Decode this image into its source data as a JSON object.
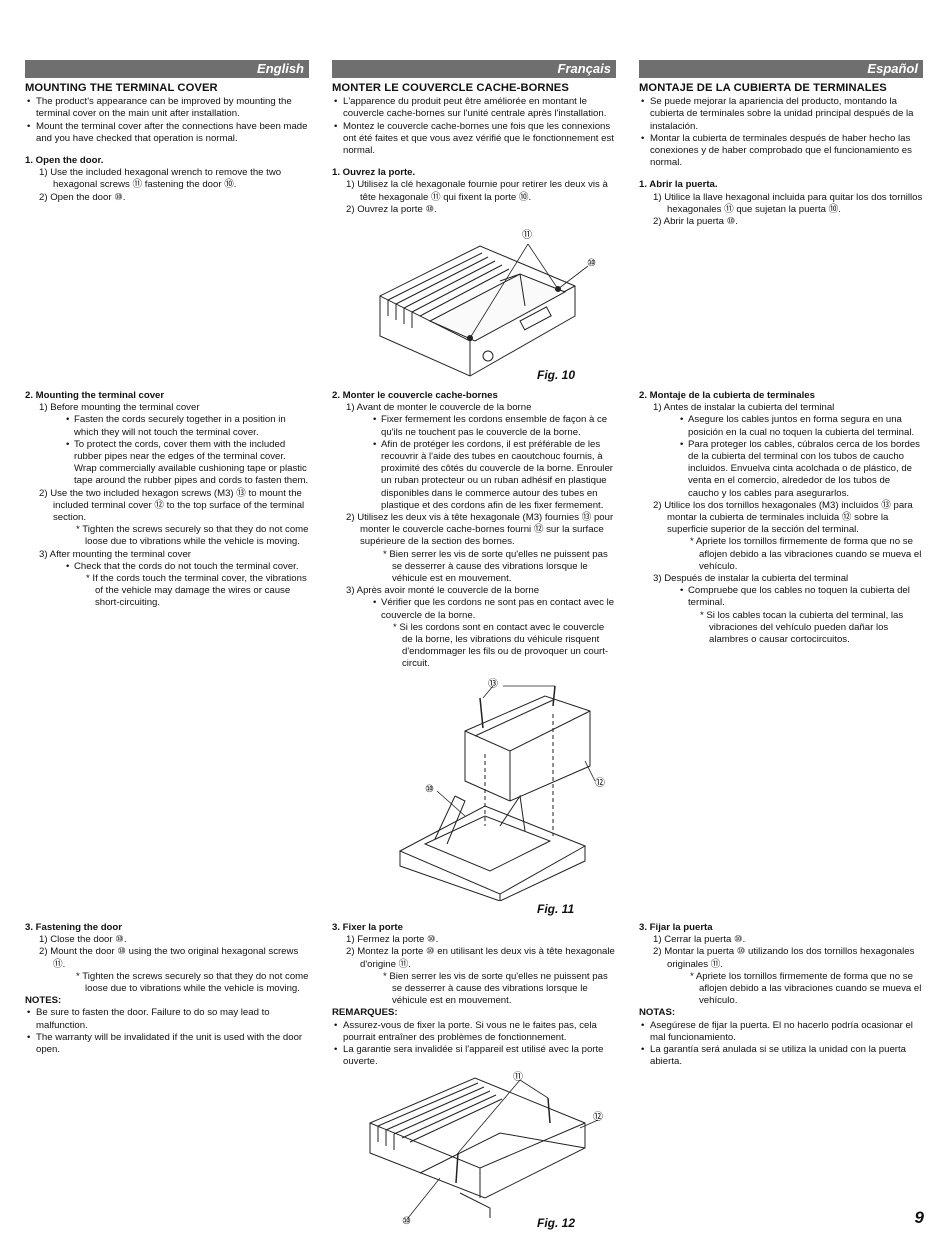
{
  "page_number": "9",
  "english": {
    "lang": "English",
    "title": "MOUNTING THE TERMINAL COVER",
    "intro": [
      "The product's appearance can be improved by mounting the terminal cover on the main unit after installation.",
      "Mount the terminal cover after the connections have been made and you have checked that operation is normal."
    ],
    "s1_title": "1. Open the door.",
    "s1_1": "1) Use the included hexagonal wrench to remove the two hexagonal screws ⑪ fastening the door ⑩.",
    "s1_2": "2) Open the door ⑩.",
    "s2_title": "2. Mounting the terminal cover",
    "s2_1": "1) Before mounting the terminal cover",
    "s2_1a": "Fasten the cords securely together in a position in which they will not touch the terminal cover.",
    "s2_1b": "To protect the cords, cover them with the included rubber pipes near the edges of the terminal cover. Wrap commercially available cushioning tape or plastic tape around the rubber pipes and cords to fasten them.",
    "s2_2": "2) Use the two included hexagon screws (M3) ⑬ to mount the included terminal cover ⑫ to the top surface of the terminal section.",
    "s2_2n": "* Tighten the screws securely so that they do not come loose due to vibrations while the vehicle is moving.",
    "s2_3": "3) After mounting the terminal cover",
    "s2_3a": "Check that the cords do not touch the terminal cover.",
    "s2_3n": "* If the cords touch the terminal cover, the vibrations of the vehicle may damage the wires or cause short-circuiting.",
    "s3_title": "3. Fastening the door",
    "s3_1": "1) Close the door ⑩.",
    "s3_2": "2) Mount the door ⑩ using the two original hexagonal screws ⑪.",
    "s3_2n": "* Tighten the screws securely so that they do not come loose due to vibrations while the vehicle is moving.",
    "notes_title": "NOTES:",
    "notes": [
      "Be sure to fasten the door. Failure to do so may lead to malfunction.",
      "The warranty will be invalidated if the unit is used with the door open."
    ]
  },
  "french": {
    "lang": "Français",
    "title": "MONTER LE COUVERCLE CACHE-BORNES",
    "intro": [
      "L'apparence du produit peut être améliorée en montant le couvercle cache-bornes sur l'unité centrale après l'installation.",
      "Montez le couvercle cache-bornes une fois que les connexions ont été faites et que vous avez vérifié que le fonctionnement est normal."
    ],
    "s1_title": "1. Ouvrez la porte.",
    "s1_1": "1) Utilisez la clé hexagonale fournie pour retirer les deux vis à tête hexagonale ⑪ qui fixent la porte ⑩.",
    "s1_2": "2) Ouvrez la porte ⑩.",
    "s2_title": "2. Monter le couvercle cache-bornes",
    "s2_1": "1) Avant de monter le couvercle de la borne",
    "s2_1a": "Fixer fermement les cordons ensemble de façon à ce qu'ils ne touchent pas le couvercle de la borne.",
    "s2_1b": "Afin de protéger les cordons, il est préférable de les recouvrir à l'aide des tubes en caoutchouc fournis, à proximité des côtés du couvercle de la borne. Enrouler un ruban protecteur ou un ruban adhésif en plastique disponibles dans le commerce autour des tubes en plastique et des cordons afin de les fixer fermement.",
    "s2_2": "2) Utilisez les deux vis à tête hexagonale (M3) fournies ⑬ pour monter le couvercle cache-bornes fourni ⑫ sur la surface supérieure de la section des bornes.",
    "s2_2n": "* Bien serrer les vis de sorte qu'elles ne puissent pas se desserrer à cause des vibrations lorsque le véhicule est en mouvement.",
    "s2_3": "3) Après avoir monté le couvercle de la borne",
    "s2_3a": "Vérifier que les cordons ne sont pas en contact avec le couvercle de la borne.",
    "s2_3n": "* Si les cordons sont en contact avec le couvercle de la borne, les vibrations du véhicule risquent d'endommager les fils ou de provoquer un court-circuit.",
    "s3_title": "3. Fixer la porte",
    "s3_1": "1) Fermez la porte ⑩.",
    "s3_2": "2) Montez la porte ⑩ en utilisant les deux vis à tête hexagonale d'origine ⑪.",
    "s3_2n": "* Bien serrer les vis de sorte qu'elles ne puissent pas se desserrer à cause des vibrations lorsque le véhicule est en mouvement.",
    "notes_title": "REMARQUES:",
    "notes": [
      "Assurez-vous de fixer la porte. Si vous ne le faites pas, cela pourrait entraîner des problèmes de fonctionnement.",
      "La garantie sera invalidée si l'appareil est utilisé avec la porte ouverte."
    ]
  },
  "spanish": {
    "lang": "Español",
    "title": "MONTAJE DE LA CUBIERTA DE TERMINALES",
    "intro": [
      "Se puede mejorar la apariencia del producto, montando la cubierta de terminales sobre la unidad principal después de la instalación.",
      "Montar la cubierta de terminales después de haber hecho las conexiones y de haber comprobado que el funcionamiento es normal."
    ],
    "s1_title": "1. Abrir la puerta.",
    "s1_1": "1) Utilice la llave hexagonal incluida para quitar los dos tornillos hexagonales ⑪ que sujetan la puerta ⑩.",
    "s1_2": "2) Abrir la puerta ⑩.",
    "s2_title": "2. Montaje de la cubierta de terminales",
    "s2_1": "1) Antes de instalar la cubierta del terminal",
    "s2_1a": "Asegure los cables juntos en forma segura en una posición en la cual no toquen la cubierta del terminal.",
    "s2_1b": "Para proteger los cables, cúbralos cerca de los bordes de la cubierta del terminal con los tubos de caucho incluidos. Envuelva cinta acolchada o de plástico, de venta en el comercio, alrededor de los tubos de caucho y los cables para asegurarlos.",
    "s2_2": "2) Utilice los dos tornillos hexagonales (M3) incluidos ⑬ para montar la cubierta de terminales incluida ⑫ sobre la superficie superior de la sección del terminal.",
    "s2_2n": "* Apriete los tornillos firmemente de forma que no se aflojen debido a las vibraciones cuando se mueva el vehículo.",
    "s2_3": "3) Después de instalar la cubierta del terminal",
    "s2_3a": "Compruebe que los cables no toquen la cubierta del terminal.",
    "s2_3n": "* Si los cables tocan la cubierta del terminal, las vibraciones del vehículo pueden dañar los alambres o causar cortocircuitos.",
    "s3_title": "3. Fijar la puerta",
    "s3_1": "1) Cerrar la puerta ⑩.",
    "s3_2": "2) Montar la puerta ⑩ utilizando los dos tornillos hexagonales originales ⑪.",
    "s3_2n": "* Apriete los tornillos firmemente de forma que no se aflojen debido a las vibraciones cuando se mueva el vehículo.",
    "notes_title": "NOTAS:",
    "notes": [
      "Asegúrese de fijar la puerta. El no hacerlo podría ocasionar el mal funcionamiento.",
      "La garantía será anulada si se utiliza la unidad con la puerta abierta."
    ]
  },
  "figures": {
    "fig10": "Fig. 10",
    "fig11": "Fig. 11",
    "fig12": "Fig. 12",
    "c10": "⑩",
    "c11": "⑪",
    "c12": "⑫",
    "c13": "⑬"
  }
}
